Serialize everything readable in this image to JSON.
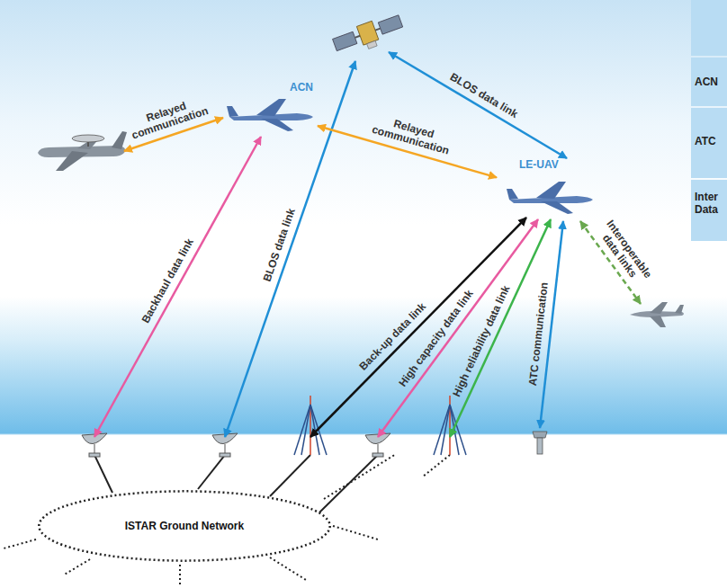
{
  "diagram": {
    "nodes": [
      {
        "text": [
          "ACN"
        ]
      },
      {
        "text": [
          "LE-UAV"
        ]
      },
      {
        "text": [
          "ISTAR Ground Network"
        ]
      }
    ],
    "edges": [
      {
        "from": 0,
        "to": 1,
        "arrow": "both",
        "label": "Relayed communication"
      }
    ],
    "labels": [
      "Relayed communication",
      "BLOS data link",
      "BLOS data link",
      "Backhaul data link",
      "Back-up data link",
      "High capacity data link",
      "High reliability data link",
      "ATC communication",
      "Interoperable data links",
      "ACN",
      "ATC",
      "Inter Data"
    ]
  }
}
